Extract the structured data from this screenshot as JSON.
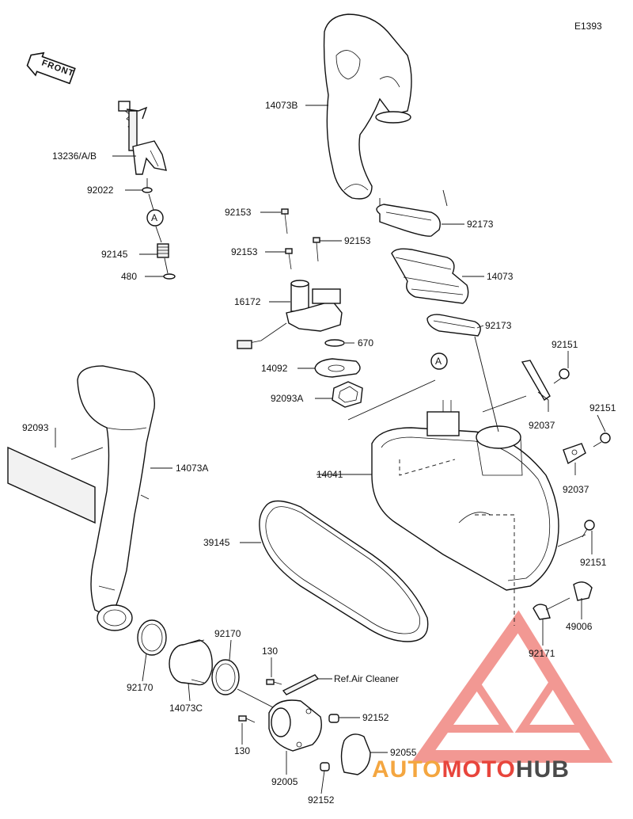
{
  "diagram_code": "E1393",
  "front_label": "FRONT",
  "ref_label": "Ref.Air Cleaner",
  "callout_letter": "A",
  "labels": {
    "p13236": "13236/A/B",
    "p92022": "92022",
    "p92145": "92145",
    "p480": "480",
    "p14073B": "14073B",
    "p92153a": "92153",
    "p92153b": "92153",
    "p92153c": "92153",
    "p92173a": "92173",
    "p14073": "14073",
    "p92173b": "92173",
    "p16172": "16172",
    "p670": "670",
    "p14092": "14092",
    "p92093A": "92093A",
    "p92151a": "92151",
    "p92037a": "92037",
    "p92151b": "92151",
    "p92037b": "92037",
    "p92093": "92093",
    "p14073A": "14073A",
    "p14041": "14041",
    "p39145": "39145",
    "p92151c": "92151",
    "p49006": "49006",
    "p92171": "92171",
    "p92170a": "92170",
    "p92170b": "92170",
    "p14073C": "14073C",
    "p130a": "130",
    "p130b": "130",
    "p92152a": "92152",
    "p92152b": "92152",
    "p92005": "92005",
    "p92055": "92055"
  },
  "watermark": {
    "part1": "AUTO",
    "part2": "MOTO",
    "part3": "HUB",
    "colors": {
      "primary": "#e8453c",
      "secondary": "#f4a640",
      "tertiary": "#4a4a4a"
    }
  }
}
